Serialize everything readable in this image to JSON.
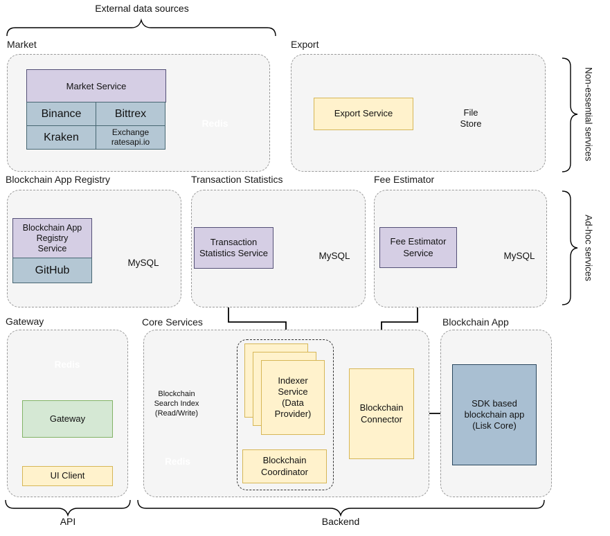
{
  "diagram": {
    "top_brace_label": "External data sources",
    "side_labels": {
      "non_essential": "Non-essential services",
      "ad_hoc": "Ad-hoc services"
    },
    "bottom_labels": {
      "api": "API",
      "backend": "Backend"
    }
  },
  "market": {
    "group_label": "Market",
    "service": "Market Service",
    "cells": {
      "binance": "Binance",
      "bittrex": "Bittrex",
      "kraken": "Kraken",
      "exchange": "Exchange\nratesapi.io"
    },
    "redis": "Redis"
  },
  "export": {
    "group_label": "Export",
    "service": "Export Service",
    "file_store": "File\nStore"
  },
  "registry": {
    "group_label": "Blockchain App Registry",
    "service": "Blockchain App\nRegistry\nService",
    "github": "GitHub",
    "db": "MySQL"
  },
  "tx_stats": {
    "group_label": "Transaction Statistics",
    "service": "Transaction\nStatistics Service",
    "db": "MySQL"
  },
  "fee_estimator": {
    "group_label": "Fee Estimator",
    "service": "Fee Estimator\nService",
    "db": "MySQL"
  },
  "gateway": {
    "group_label": "Gateway",
    "redis": "Redis",
    "service": "Gateway",
    "ui_client": "UI Client"
  },
  "core": {
    "group_label": "Core Services",
    "search_index": "Blockchain\nSearch Index\n(Read/Write)",
    "redis": "Redis",
    "indexer": "Indexer\nService\n(Data\nProvider)",
    "coordinator": "Blockchain\nCoordinator",
    "connector": "Blockchain\nConnector"
  },
  "blockchain_app": {
    "group_label": "Blockchain App",
    "sdk": "SDK based\nblockchain app\n(Lisk Core)"
  },
  "colors": {
    "group_fill": "#F5F5F5",
    "group_border": "#999999",
    "purple_fill": "#D5CEE4",
    "purple_border": "#534F76",
    "bluegray_fill": "#B4C7D4",
    "bluegray_border": "#476672",
    "yellow_fill": "#FFF2CC",
    "yellow_border": "#D6B656",
    "green_fill": "#D5E8D4",
    "green_border": "#82B366",
    "red_fill": "#E6281E",
    "blue_cylinder_fill": "#DAE8FC",
    "sdk_fill": "#A9BFD2",
    "sdk_border": "#28455C",
    "line_color": "#000000"
  }
}
